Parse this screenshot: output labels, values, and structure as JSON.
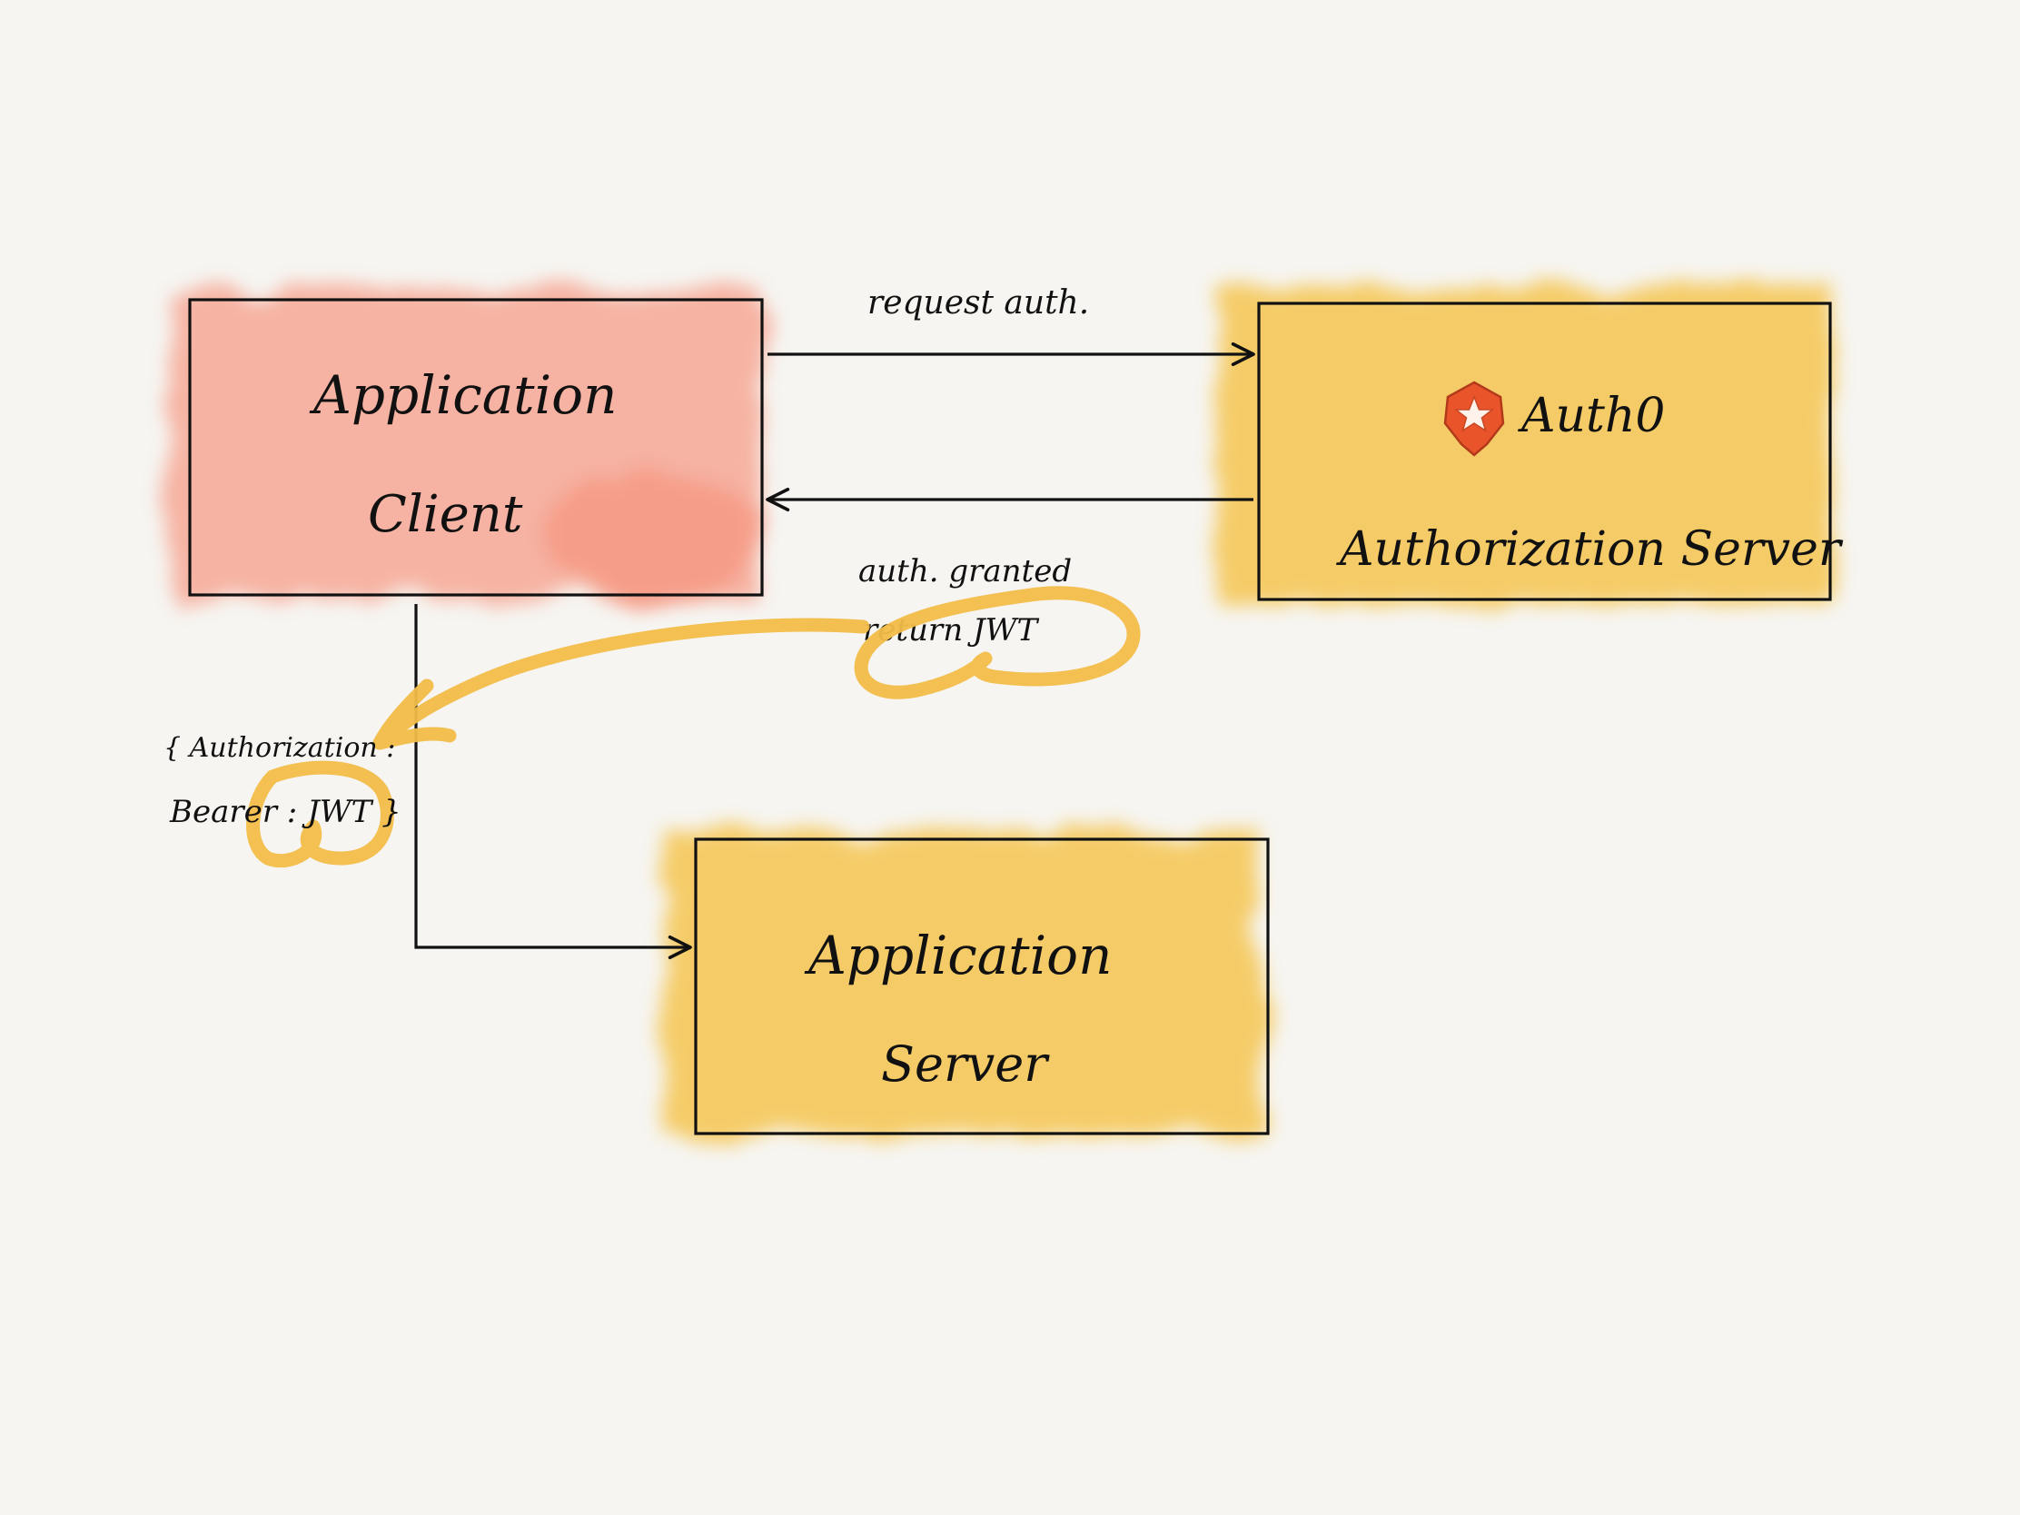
{
  "diagram": {
    "nodes": {
      "client": {
        "line1": "Application",
        "line2": "Client",
        "color": "#f59a86"
      },
      "auth_server": {
        "brand": "Auth0",
        "line2": "Authorization Server",
        "color": "#f4bf3f",
        "icon": "auth0-shield-star-icon"
      },
      "app_server": {
        "line1": "Application",
        "line2": "Server",
        "color": "#f4bf3f"
      }
    },
    "edges": {
      "request": {
        "label": "request auth."
      },
      "granted": {
        "label_line1": "auth. granted",
        "label_line2": "return JWT"
      }
    },
    "annotation": {
      "line1": "{ Authorization :",
      "line2": "Bearer : JWT }"
    },
    "highlight_color": "#f2bd48",
    "line_color": "#111111"
  }
}
